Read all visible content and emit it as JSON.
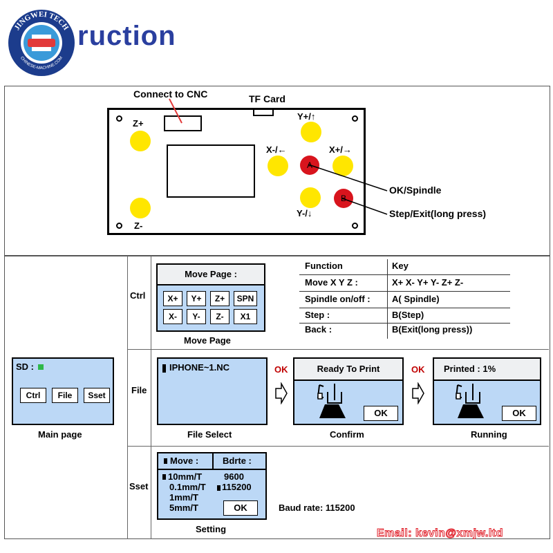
{
  "header": {
    "seal_text": "JINGWEI TECH",
    "seal_subtext": "CHINESE-MACHINE.COM",
    "title": "ruction"
  },
  "board": {
    "connect_label": "Connect to CNC",
    "tf_label": "TF Card",
    "z_plus": "Z+",
    "z_minus": "Z-",
    "y_plus": "Y+/↑",
    "y_minus": "Y-/↓",
    "x_minus": "X-/←",
    "x_plus": "X+/→",
    "a_btn": "A",
    "b_btn": "B",
    "a_desc": "OK/Spindle",
    "b_desc": "Step/Exit(long press)"
  },
  "rows": {
    "ctrl": "Ctrl",
    "file": "File",
    "sset": "Sset"
  },
  "main_page": {
    "sd_label": "SD :",
    "btn_ctrl": "Ctrl",
    "btn_file": "File",
    "btn_sset": "Sset",
    "caption": "Main page"
  },
  "move_page": {
    "header": "Move Page :",
    "keys_row1": [
      "X+",
      "Y+",
      "Z+",
      "SPN"
    ],
    "keys_row2": [
      "X-",
      "Y-",
      "Z-",
      "X1"
    ],
    "caption": "Move Page"
  },
  "key_table": {
    "col_function": "Function",
    "col_key": "Key",
    "rows": [
      {
        "function": "Move X Y Z :",
        "key": "X+  X-  Y+  Y-  Z+  Z-"
      },
      {
        "function": "Spindle on/off :",
        "key": "A( Spindle)"
      },
      {
        "function": "Step :",
        "key": "B(Step)"
      },
      {
        "function": "Back :",
        "key": "B(Exit(long press))"
      }
    ]
  },
  "file_select": {
    "filename": "IPHONE~1.NC",
    "caption": "File Select"
  },
  "ok_label_1": "OK",
  "ok_label_2": "OK",
  "confirm": {
    "header": "Ready To Print",
    "ok_button": "OK",
    "caption": "Confirm"
  },
  "running": {
    "header": "Printed : 1%",
    "ok_button": "OK",
    "caption": "Running"
  },
  "setting": {
    "move_header": "Move :",
    "bdrte_header": "Bdrte :",
    "moves": [
      "10mm/T",
      "0.1mm/T",
      "1mm/T",
      "5mm/T"
    ],
    "bauds": [
      "9600",
      "115200"
    ],
    "ok_button": "OK",
    "caption": "Setting"
  },
  "baud_note": "Baud rate: 115200",
  "email": "Email: kevin@xmjw.ltd",
  "colors": {
    "screen": "#bcd8f6",
    "yellow_button": "#ffe600",
    "red_button": "#d8141d",
    "ok_red": "#c00000",
    "title_blue": "#2a3f9f"
  }
}
